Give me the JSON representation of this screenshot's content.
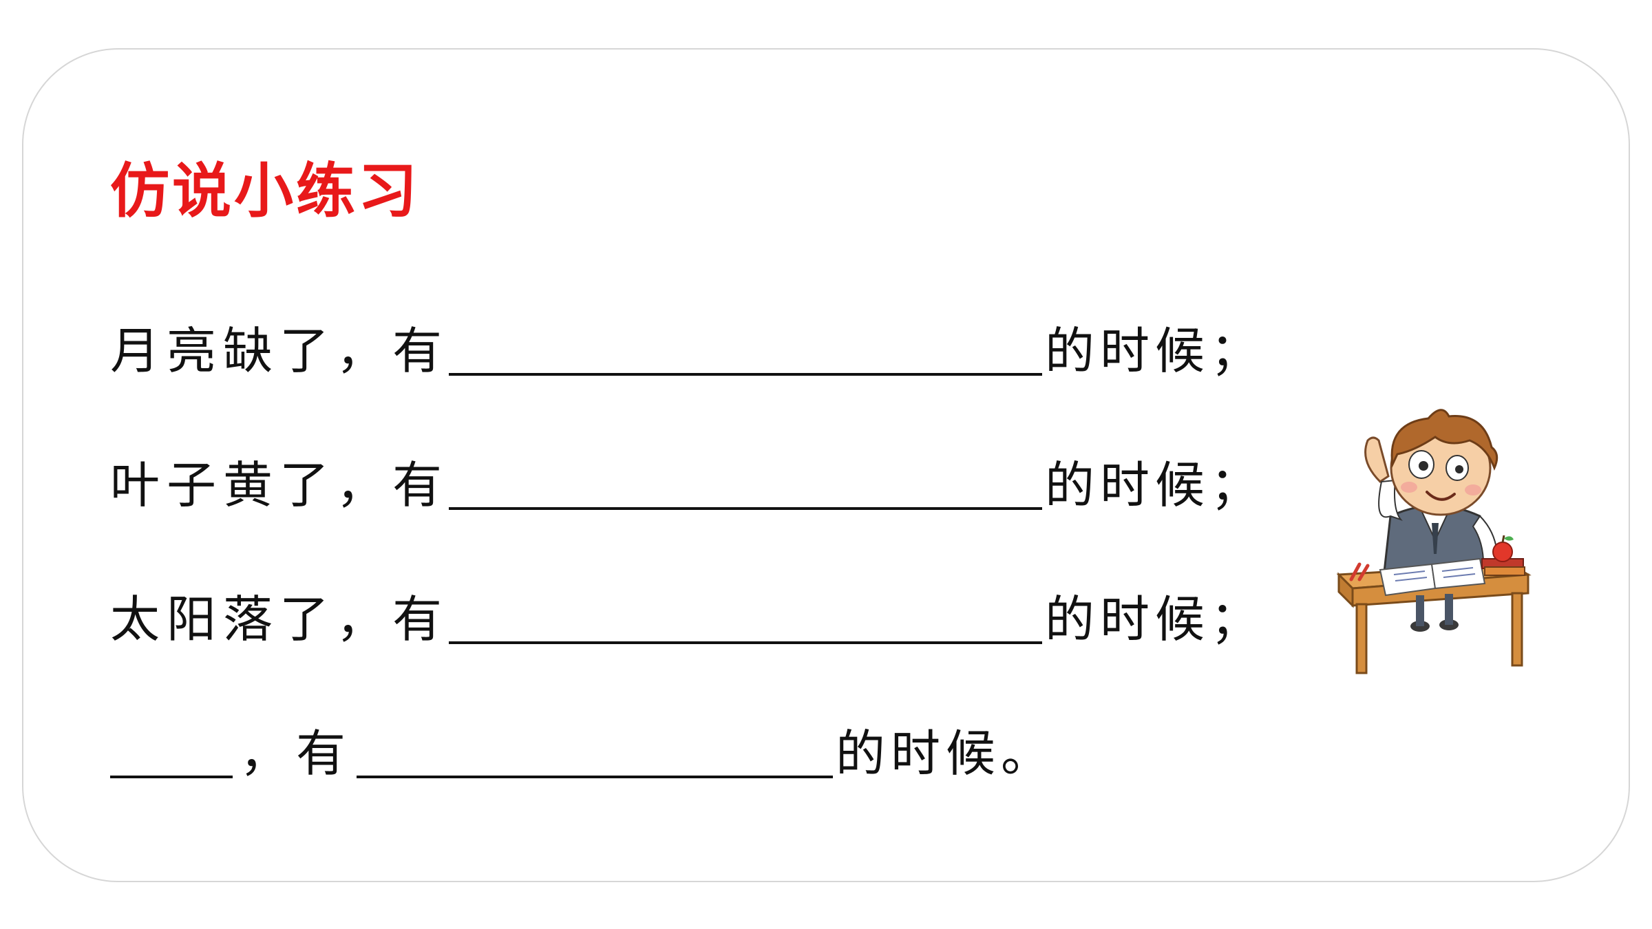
{
  "title": "仿说小练习",
  "lines": [
    {
      "prefix": "月亮缺了，有",
      "suffix": "的时候；"
    },
    {
      "prefix": "叶子黄了，有",
      "suffix": "的时候；"
    },
    {
      "prefix": "太阳落了，有",
      "suffix": "的时候；"
    },
    {
      "middle": "，有",
      "suffix": "的时候。"
    }
  ],
  "colors": {
    "title": "#e8191a",
    "text": "#111111",
    "border": "#d6d6d6"
  },
  "illustration": "student-at-desk-raising-hand"
}
